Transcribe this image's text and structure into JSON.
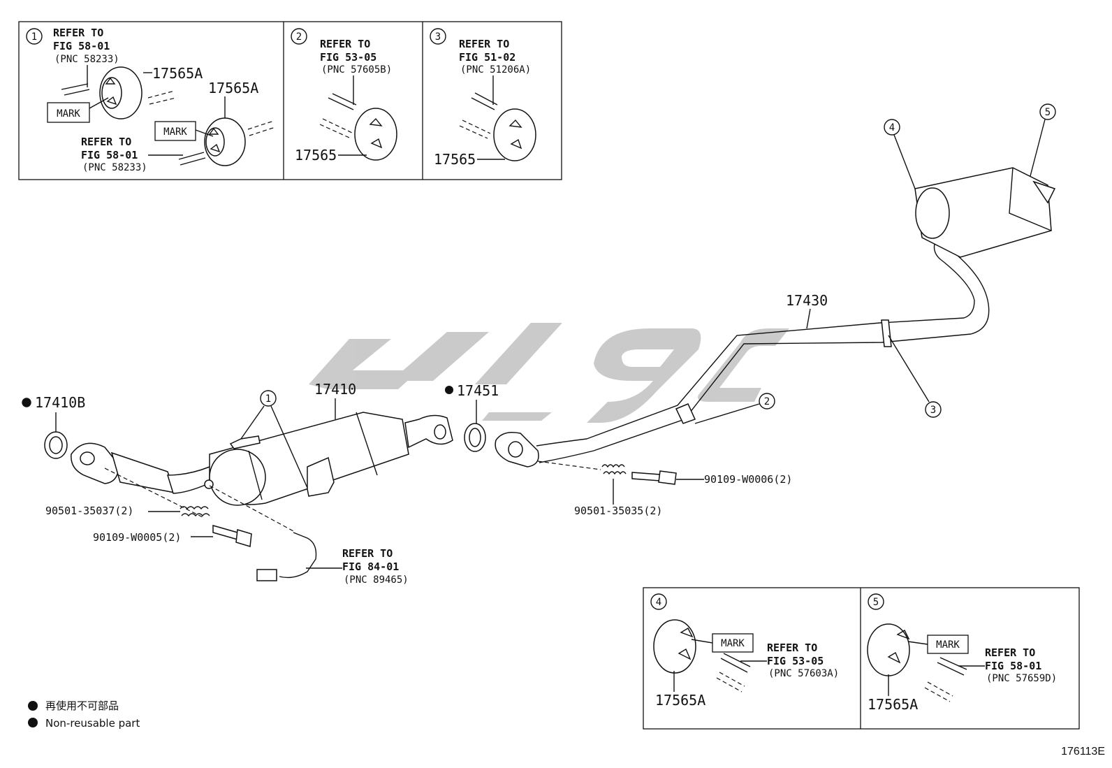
{
  "diagram_id": "176113E",
  "callouts": {
    "c1": "1",
    "c2": "2",
    "c3": "3",
    "c4": "4",
    "c5": "5"
  },
  "insets": {
    "inset1": {
      "number": "1",
      "ref_top": [
        "REFER TO",
        "FIG 58-01",
        "(PNC 58233)"
      ],
      "ref_bottom": [
        "REFER TO",
        "FIG 58-01",
        "(PNC 58233)"
      ],
      "part_a": "17565A",
      "part_b": "17565A",
      "mark_a": "MARK",
      "mark_b": "MARK"
    },
    "inset2": {
      "number": "2",
      "ref": [
        "REFER TO",
        "FIG 53-05",
        "(PNC 57605B)"
      ],
      "part": "17565"
    },
    "inset3": {
      "number": "3",
      "ref": [
        "REFER TO",
        "FIG 51-02",
        "(PNC 51206A)"
      ],
      "part": "17565"
    },
    "inset4": {
      "number": "4",
      "mark": "MARK",
      "ref": [
        "REFER TO",
        "FIG 53-05",
        "(PNC 57603A)"
      ],
      "part": "17565A"
    },
    "inset5": {
      "number": "5",
      "mark": "MARK",
      "ref": [
        "REFER TO",
        "FIG 58-01",
        "(PNC 57659D)"
      ],
      "part": "17565A"
    }
  },
  "main": {
    "part_17410B": "17410B",
    "part_17410": "17410",
    "part_17451": "17451",
    "part_17430": "17430",
    "gasket_left": "90501-35037(2)",
    "bolt_left": "90109-W0005(2)",
    "gasket_right": "90501-35035(2)",
    "bolt_right": "90109-W0006(2)",
    "ref_sensor": [
      "REFER TO",
      "FIG 84-01",
      "(PNC 89465)"
    ]
  },
  "legend": {
    "jp": "再使用不可部品",
    "en": "Non-reusable part"
  }
}
